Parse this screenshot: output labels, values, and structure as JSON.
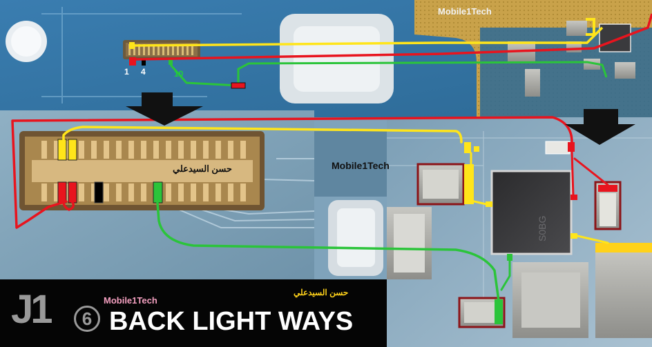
{
  "watermarks": {
    "top_right": "Mobile1Tech",
    "middle": "Mobile1Tech",
    "bottom_left": "Mobile1Tech"
  },
  "author": {
    "on_connector": "حسن السيدعلي",
    "bottom": "حسن السيدعلي"
  },
  "pin_labels": {
    "pin_1": "1",
    "pin_4": "4",
    "pin_10": "10"
  },
  "title": {
    "model": "J1",
    "model_badge": "6",
    "text": "BACK LIGHT WAYS"
  },
  "colors": {
    "vled_plus_trace": "#ffe51a",
    "vled_minus_trace": "#e8141e",
    "enable_trace": "#2bc43a",
    "ground_pad": "#000000",
    "board_blue": "#2f6fa0",
    "connector_gold": "#b7904e"
  }
}
